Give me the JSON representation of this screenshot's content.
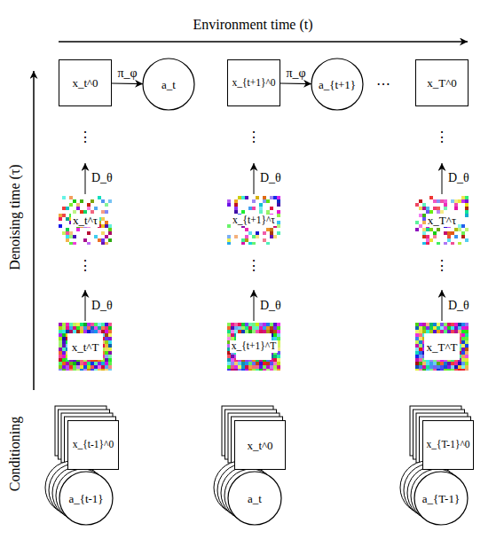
{
  "diagram": {
    "nodes": [
      {
        "text": [
          "x_t^0"
        ]
      },
      {
        "text": [
          "a_t"
        ]
      },
      {
        "text": [
          "x_{t+1}^0"
        ]
      },
      {
        "text": [
          "a_{t+1}"
        ]
      },
      {
        "text": [
          "x_T^0"
        ]
      },
      {
        "text": [
          "x_t^τ"
        ]
      },
      {
        "text": [
          "x_{t+1}^τ"
        ]
      },
      {
        "text": [
          "x_T^τ"
        ]
      },
      {
        "text": [
          "x_t^T"
        ]
      },
      {
        "text": [
          "x_{t+1}^T"
        ]
      },
      {
        "text": [
          "x_T^T"
        ]
      },
      {
        "text": [
          "x_{t-1}^0"
        ]
      },
      {
        "text": [
          "a_{t-1}"
        ]
      },
      {
        "text": [
          "x_t^0"
        ]
      },
      {
        "text": [
          "a_t"
        ]
      },
      {
        "text": [
          "x_{T-1}^0"
        ]
      },
      {
        "text": [
          "a_{T-1}"
        ]
      }
    ],
    "edges": [
      {
        "from": 0,
        "to": 1,
        "label": "π_φ",
        "arrow": "to"
      },
      {
        "from": 2,
        "to": 3,
        "label": "π_φ",
        "arrow": "to"
      }
    ],
    "labels": [
      "Environment time (t)",
      "Denoising time (τ)",
      "Conditioning",
      "⋯",
      "⋮",
      "⋮",
      "⋮",
      "⋮",
      "⋮",
      "⋮",
      "D_θ",
      "D_θ",
      "D_θ",
      "D_θ",
      "D_θ",
      "D_θ"
    ]
  }
}
